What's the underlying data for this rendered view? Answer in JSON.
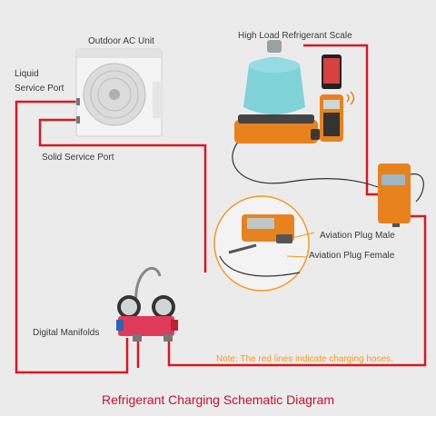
{
  "labels": {
    "outdoor_unit": "Outdoor AC Unit",
    "scale": "High Load Refrigerant Scale",
    "liquid_port_line1": "Liquid",
    "liquid_port_line2": "Service Port",
    "solid_port": "Solid Service Port",
    "plug_male": "Aviation Plug Male",
    "plug_female": "Aviation Plug Female",
    "manifolds": "Digital Manifolds"
  },
  "note": "Note: The red lines indicate charging hoses.",
  "caption": "Refrigerant Charging Schematic Diagram",
  "colors": {
    "hose": "#d71920",
    "caption": "#c8102e",
    "note": "#f39a1e",
    "scale_orange": "#e8821e",
    "cylinder": "#7fd3d9",
    "manifold_red": "#e03a5a"
  }
}
